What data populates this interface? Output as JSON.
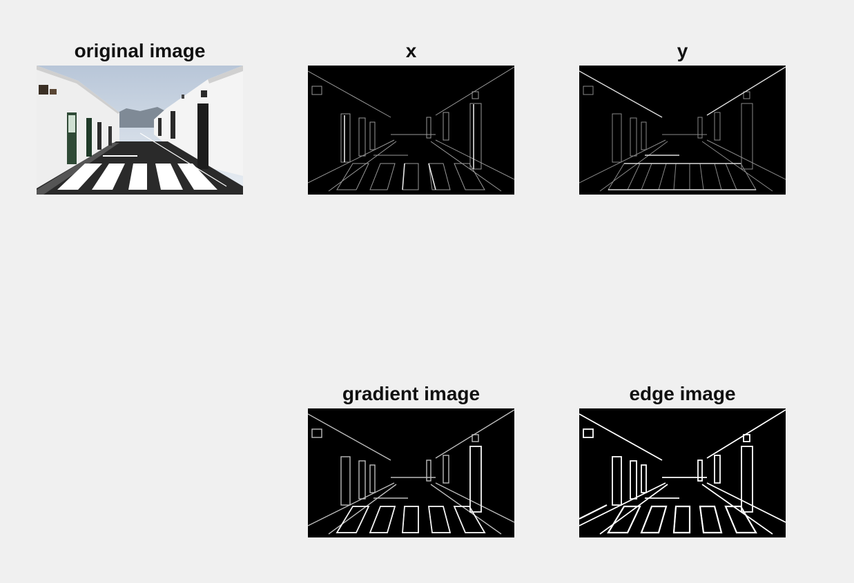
{
  "figure": {
    "panels": {
      "original": {
        "title": "original image"
      },
      "x": {
        "title": "x"
      },
      "y": {
        "title": "y"
      },
      "gradient": {
        "title": "gradient image"
      },
      "edge": {
        "title": "edge image"
      }
    }
  }
}
